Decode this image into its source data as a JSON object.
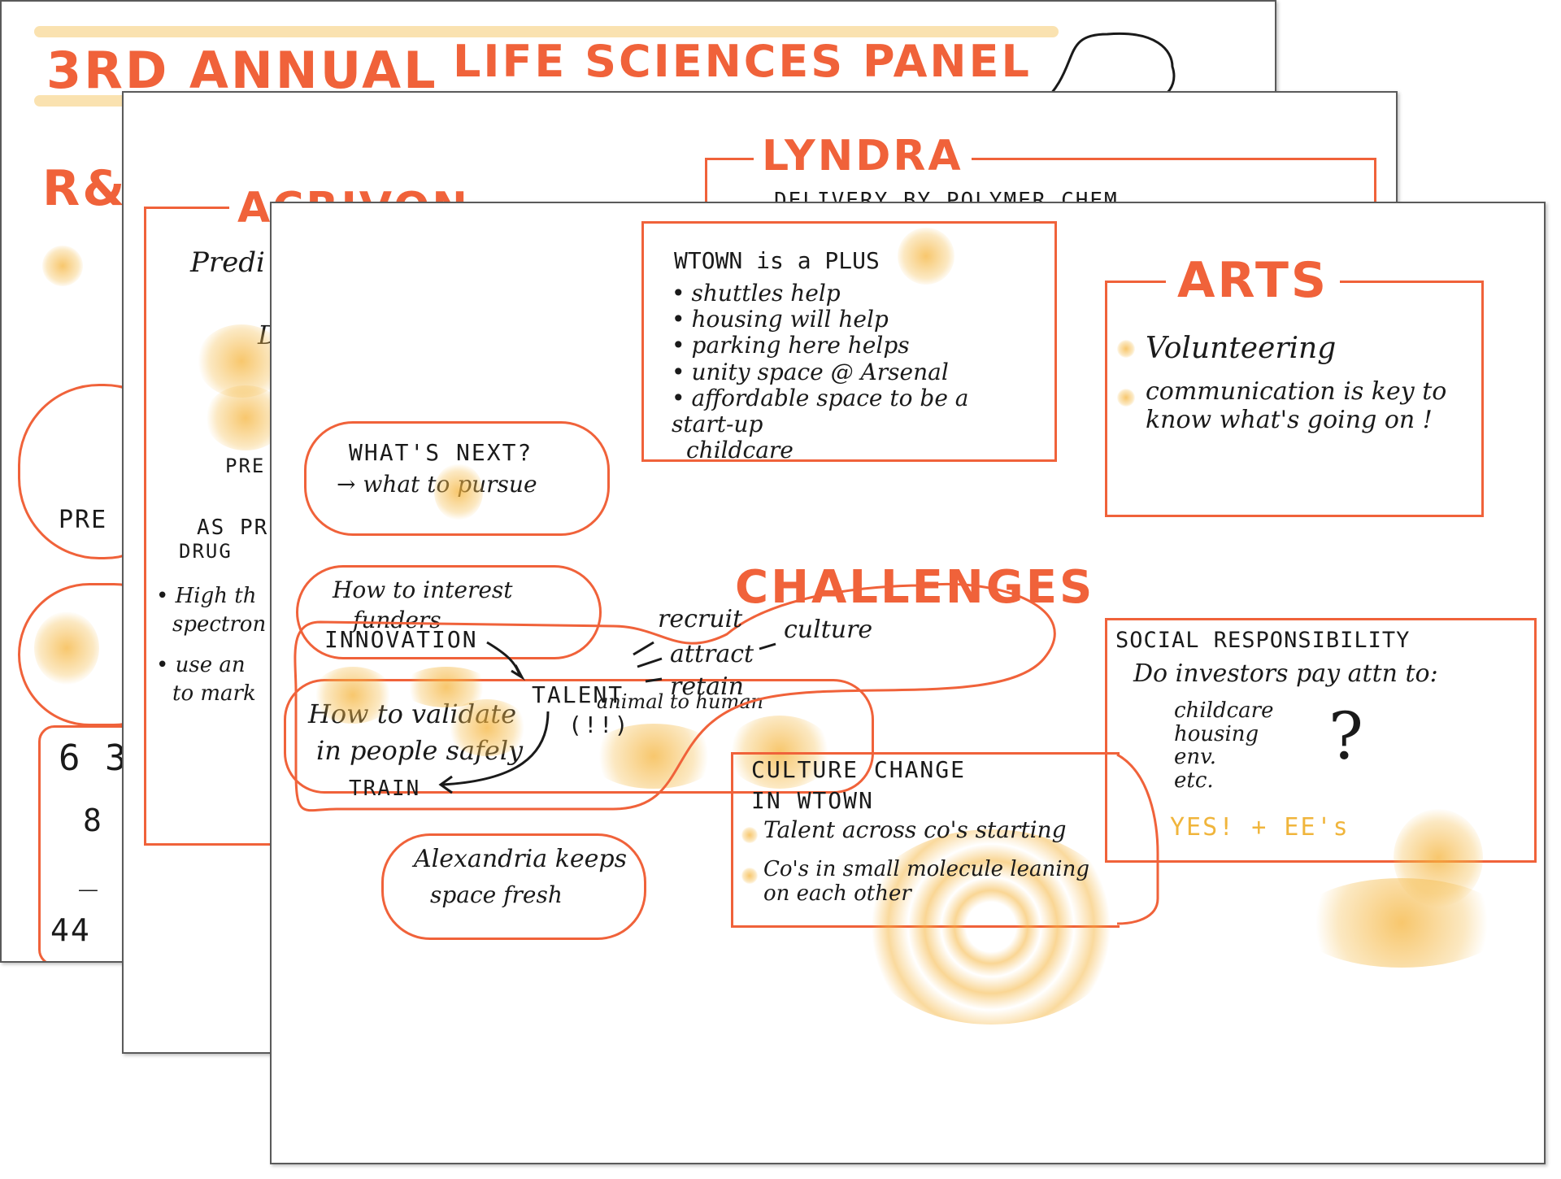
{
  "colors": {
    "accent": "#f0623a",
    "ink": "#1a1a1a",
    "highlight": "#f5b93c"
  },
  "sheet1": {
    "title_a": "3RD ANNUAL",
    "title_b": "LIFE SCIENCES PANEL",
    "partial_heading": "R&",
    "partial_text": "PRE",
    "numbers": [
      "6 3",
      "8",
      "_",
      "44"
    ]
  },
  "sheet2": {
    "heading_left": "ACRIVON",
    "heading_right": "LYNDRA",
    "partial_top_right": "DELIVERY BY POLYMER CHEM",
    "partial_lines": [
      "Predi",
      "D",
      "PRE",
      "AS PR",
      "DRUG"
    ],
    "partial_bullets": [
      "High th",
      "spectron",
      "use an",
      "to mark"
    ]
  },
  "sheet3": {
    "wtown": {
      "title": "WTOWN is a PLUS",
      "items": [
        "shuttles help",
        "housing will help",
        "parking here helps",
        "unity space @ Arsenal",
        "affordable space to be a start-up"
      ],
      "tail": "childcare"
    },
    "arts": {
      "title": "ARTS",
      "items": [
        "Volunteering",
        "communication is key to know what's going on !"
      ]
    },
    "whats_next": {
      "line1": "WHAT'S NEXT?",
      "line2": "→ what to pursue"
    },
    "interest_funders": {
      "line1": "How to interest",
      "line2": "funders"
    },
    "validate": {
      "line1": "How to validate",
      "line2": "in people safely",
      "note": "animal to human"
    },
    "challenges": "CHALLENGES",
    "social": {
      "title": "SOCIAL RESPONSIBILITY",
      "question": "Do investors pay attn to:",
      "items": [
        "childcare",
        "housing",
        "env.",
        "etc."
      ],
      "mark": "?",
      "answer": "YES! + EE's"
    },
    "talent": {
      "innovation": "INNOVATION",
      "talent": "TALENT",
      "excl": "(!!)",
      "train": "TRAIN",
      "recruit": "recruit",
      "attract": "attract",
      "retain": "retain",
      "culture": "culture"
    },
    "culture_change": {
      "title1": "CULTURE CHANGE",
      "title2": "IN WTOWN",
      "items": [
        "Talent across co's starting",
        "Co's in small molecule leaning on each other"
      ]
    },
    "alexandria": {
      "line1": "Alexandria keeps",
      "line2": "space fresh"
    }
  }
}
